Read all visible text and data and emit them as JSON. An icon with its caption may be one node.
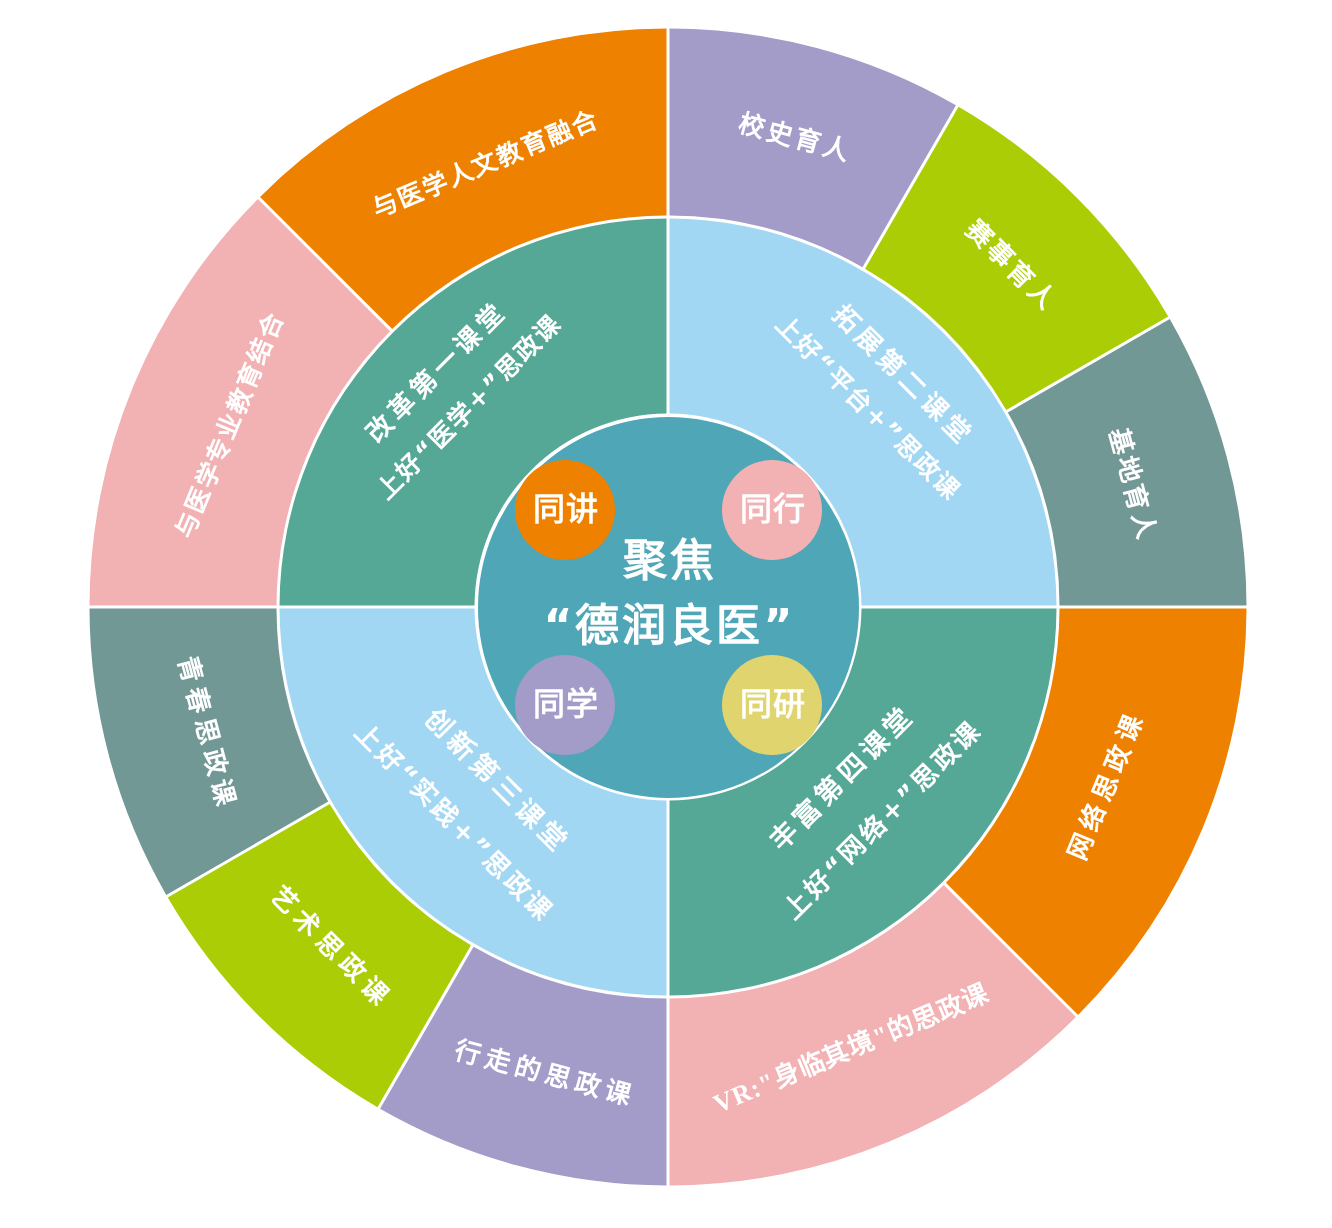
{
  "diagram": {
    "nodes": [
      {
        "text": [
          "聚焦",
          "“德润良医”"
        ]
      },
      {
        "text": [
          "同讲"
        ],
        "in": 0
      },
      {
        "text": [
          "同行"
        ],
        "in": 0
      },
      {
        "text": [
          "同学"
        ],
        "in": 0
      },
      {
        "text": [
          "同研"
        ],
        "in": 0
      },
      {
        "text": [
          "改革第一课堂",
          "上好“医学+”思政课"
        ]
      },
      {
        "text": [
          "拓展第二课堂",
          "上好“平台+”思政课"
        ]
      },
      {
        "text": [
          "创新第三课堂",
          "上好“实践+”思政课"
        ]
      },
      {
        "text": [
          "丰富第四课堂",
          "上好“网络+”思政课"
        ]
      },
      {
        "text": [
          "与医学专业教育结合"
        ]
      },
      {
        "text": [
          "与医学人文教育融合"
        ]
      },
      {
        "text": [
          "校史育人"
        ]
      },
      {
        "text": [
          "赛事育人"
        ]
      },
      {
        "text": [
          "基地育人"
        ]
      },
      {
        "text": [
          "网络思政课"
        ]
      },
      {
        "text": [
          "VR:\"身临其境\"的思政课"
        ]
      },
      {
        "text": [
          "行走的思政课"
        ]
      },
      {
        "text": [
          "艺术思政课"
        ]
      },
      {
        "text": [
          "青春思政课"
        ]
      }
    ]
  }
}
